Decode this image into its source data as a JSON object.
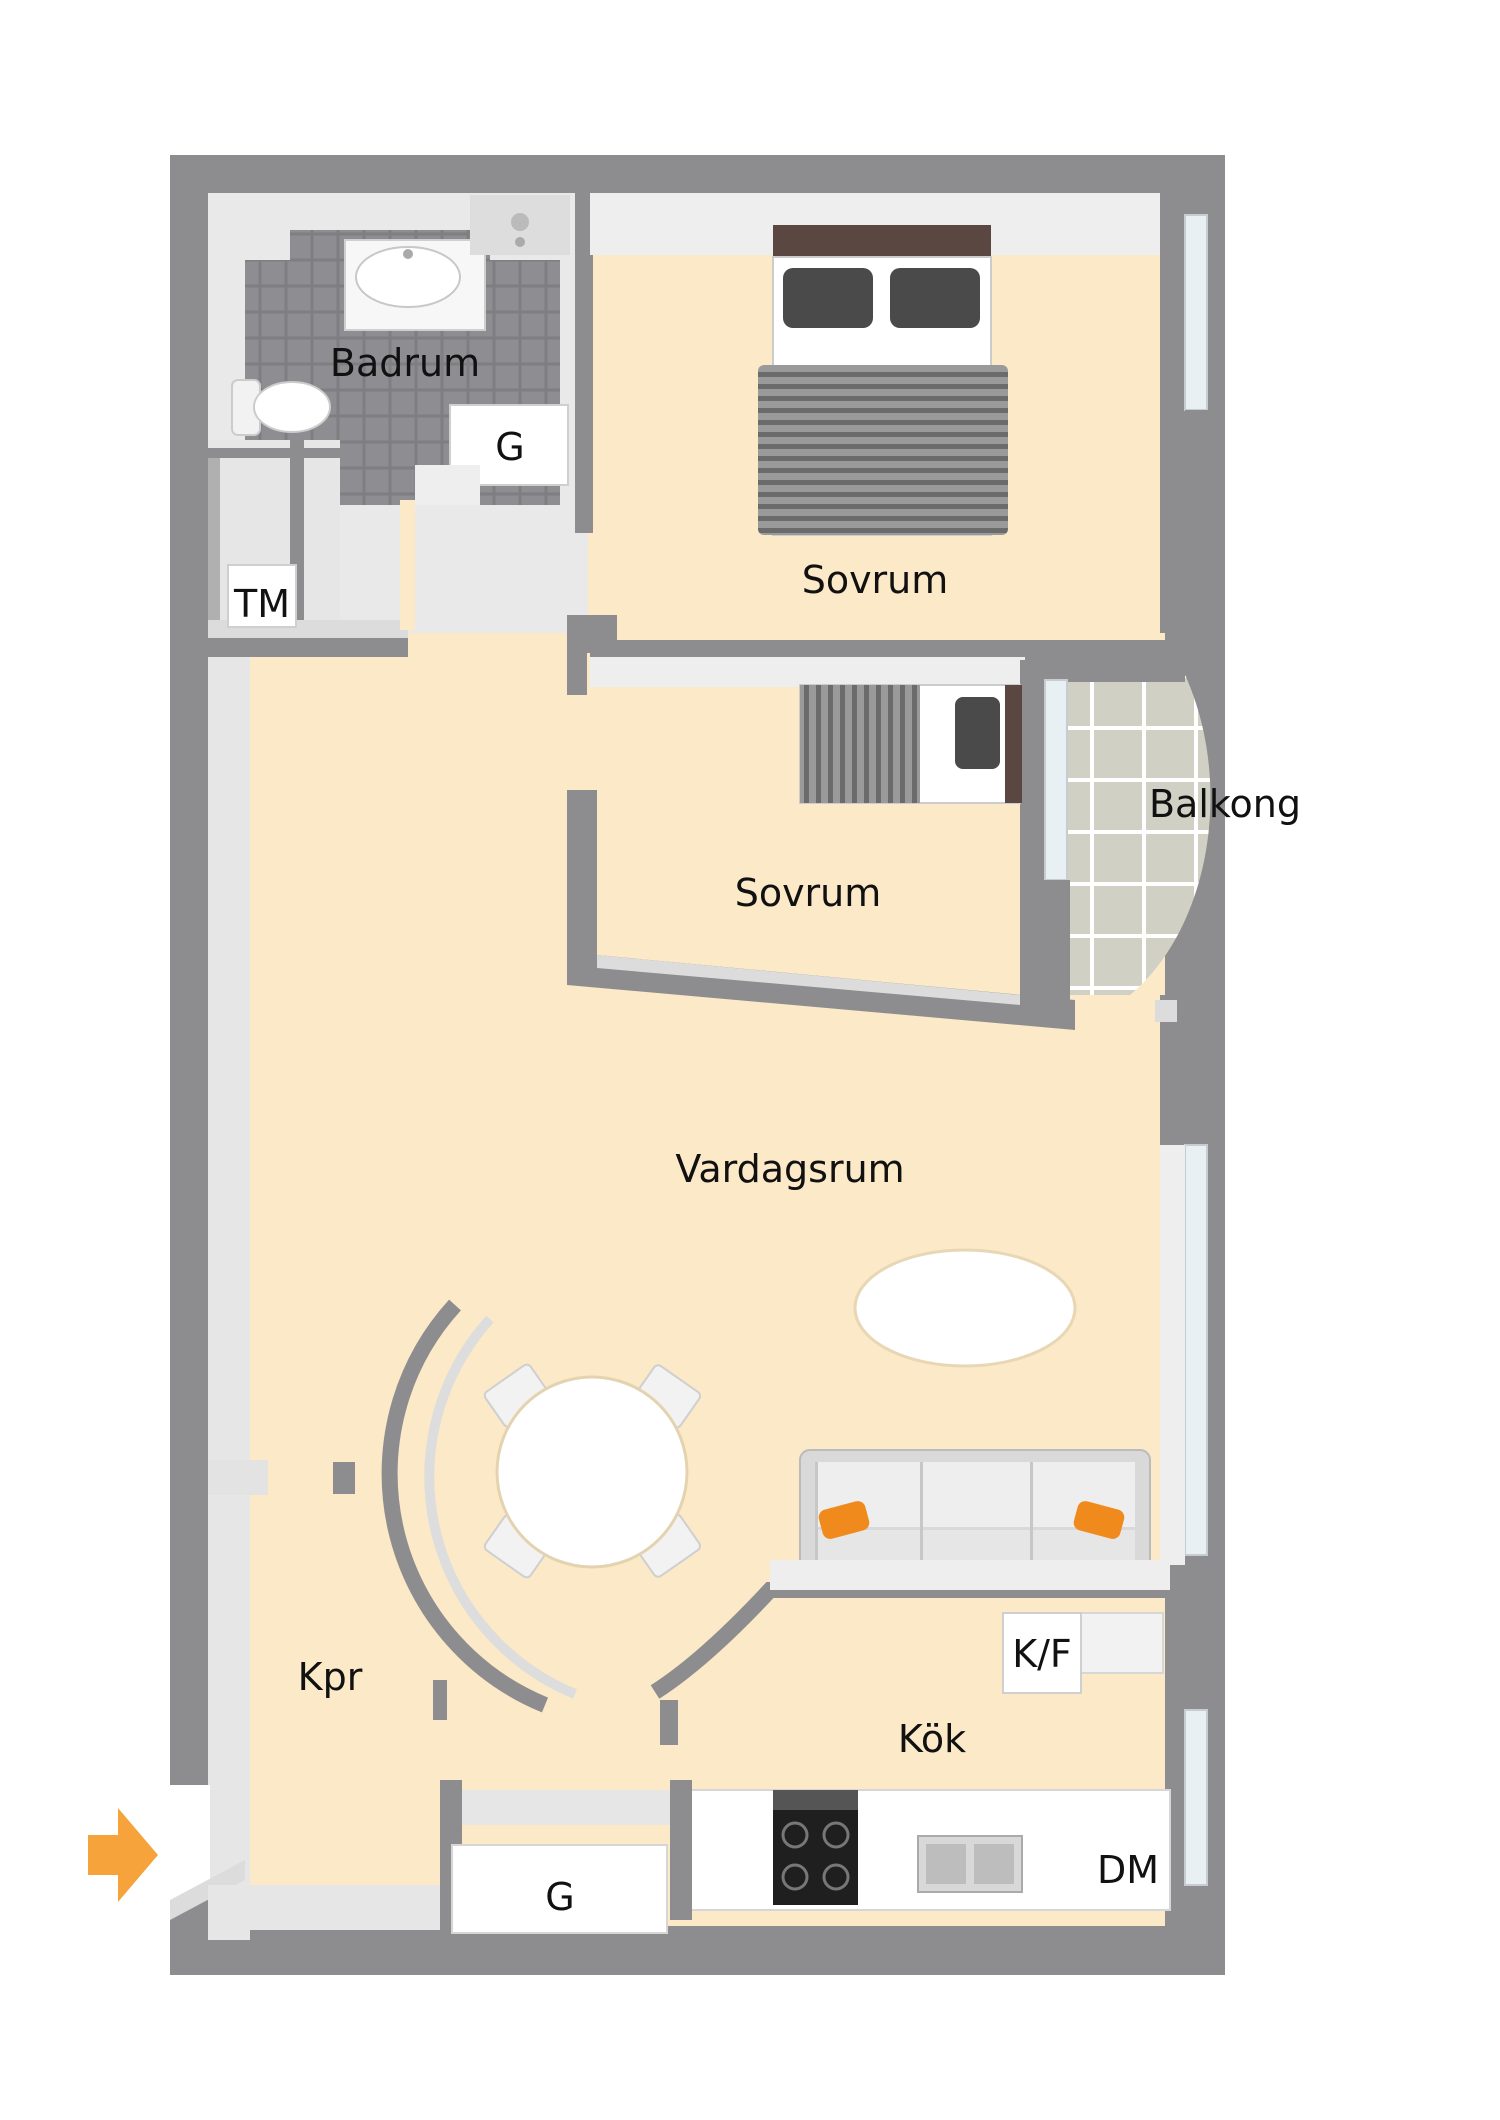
{
  "rooms": {
    "badrum": "Badrum",
    "sovrum_1": "Sovrum",
    "sovrum_2": "Sovrum",
    "balkong": "Balkong",
    "vardagsrum": "Vardagsrum",
    "kpr": "Kpr",
    "kok": "Kök"
  },
  "fixtures": {
    "tm": "TM",
    "g_bath": "G",
    "g_hall": "G",
    "kf": "K/F",
    "dm": "DM"
  },
  "colors": {
    "floor": "#fbe9c8",
    "wall": "#8d8d8f",
    "wall_light": "#e6e6e6",
    "tile": "#8a8a8a",
    "balcony": "#d3d4c9",
    "entrance_arrow": "#f5a33a",
    "pillow_accent": "#f08a1c"
  },
  "icons": {
    "entrance": "entrance-arrow-icon",
    "bed": "bed-icon",
    "sofa": "sofa-icon",
    "table": "table-icon",
    "stove": "stove-icon",
    "sink": "sink-icon",
    "toilet": "toilet-icon",
    "washbasin": "washbasin-icon"
  }
}
